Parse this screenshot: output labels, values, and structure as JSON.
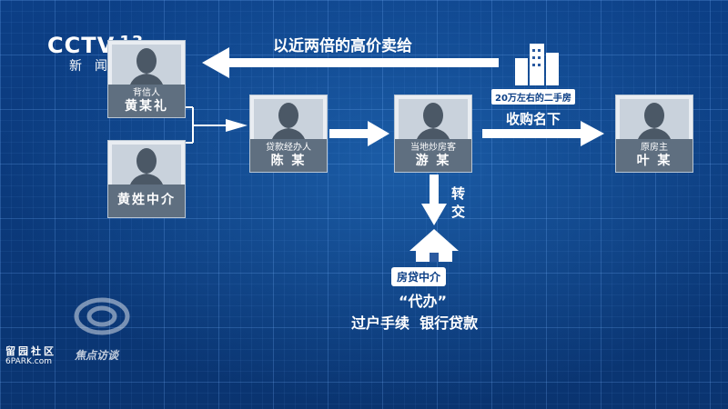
{
  "broadcaster": {
    "logo_text": "CCTV",
    "channel_number": "13",
    "channel_name": "新闻"
  },
  "top_caption": "以近两倍的高价卖给",
  "property_label": "20万左右的二手房",
  "acquire_label": "收购名下",
  "transfer_label": {
    "line1": "转",
    "line2": "交"
  },
  "agency": {
    "badge": "房贷中介",
    "quote": "“代办”",
    "services": "过户手续  银行贷款"
  },
  "people": {
    "betrayer": {
      "role": "背信人",
      "name": "黄某礼"
    },
    "agent_huang": {
      "role": "",
      "name": "黄姓中介"
    },
    "loan_officer": {
      "role": "贷款经办人",
      "name": "陈 某"
    },
    "speculator": {
      "role": "当地炒房客",
      "name": "游 某"
    },
    "owner": {
      "role": "原房主",
      "name": "叶 某"
    }
  },
  "watermark": {
    "site_top": "留园社区",
    "site_url": "6PARK.com",
    "program": "焦点访谈"
  },
  "colors": {
    "background": "#0c3f86",
    "arrow": "#ffffff",
    "caption_bar": "#5f6f80",
    "card": "#e9edf2"
  }
}
